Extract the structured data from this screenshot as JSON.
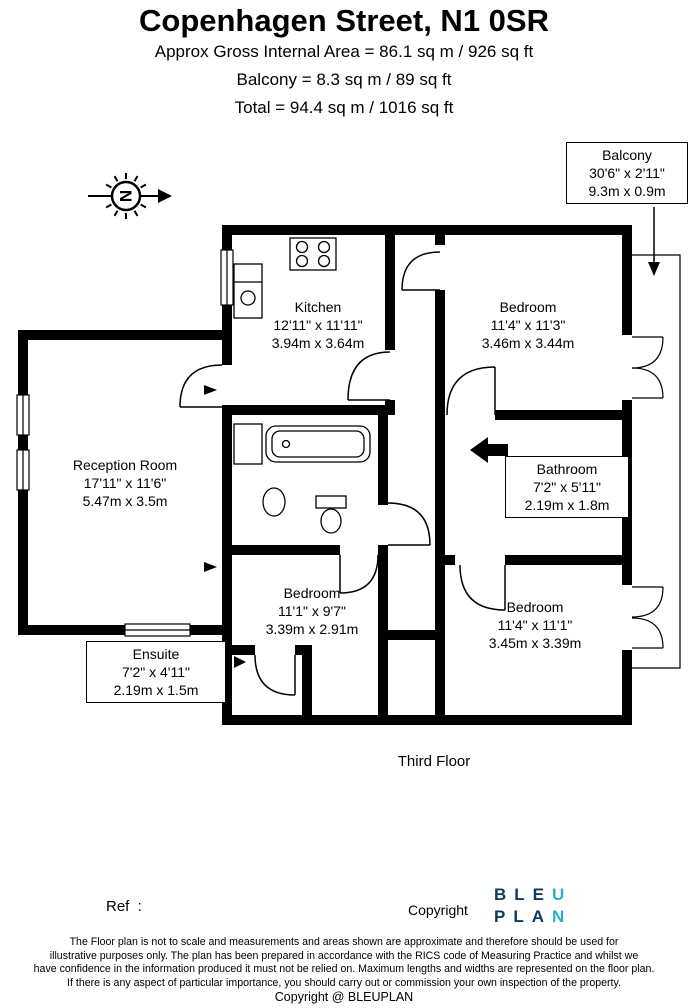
{
  "header": {
    "title": "Copenhagen Street, N1 0SR",
    "area_line": "Approx Gross Internal Area = 86.1 sq m / 926 sq ft",
    "balcony_line": "Balcony = 8.3 sq m / 89 sq ft",
    "total_line": "Total = 94.4 sq m / 1016 sq ft"
  },
  "compass": {
    "label": "N"
  },
  "rooms": {
    "kitchen": {
      "name": "Kitchen",
      "imperial": "12'11\" x 11'11\"",
      "metric": "3.94m x 3.64m"
    },
    "bedroom_top": {
      "name": "Bedroom",
      "imperial": "11'4\" x 11'3\"",
      "metric": "3.46m x 3.44m"
    },
    "reception": {
      "name": "Reception Room",
      "imperial": "17'11\" x 11'6\"",
      "metric": "5.47m x 3.5m"
    },
    "bedroom_bottom_left": {
      "name": "Bedroom",
      "imperial": "11'1\" x 9'7\"",
      "metric": "3.39m x 2.91m"
    },
    "bedroom_bottom_right": {
      "name": "Bedroom",
      "imperial": "11'4\" x 11'1\"",
      "metric": "3.45m x 3.39m"
    }
  },
  "callouts": {
    "balcony": {
      "name": "Balcony",
      "imperial": "30'6\" x 2'11\"",
      "metric": "9.3m x 0.9m"
    },
    "bathroom": {
      "name": "Bathroom",
      "imperial": "7'2\" x 5'11\"",
      "metric": "2.19m x 1.8m"
    },
    "ensuite": {
      "name": "Ensuite",
      "imperial": "7'2\" x 4'11\"",
      "metric": "2.19m x 1.5m"
    }
  },
  "floor_label": "Third Floor",
  "footer": {
    "ref_label": "Ref  :",
    "copyright_label": "Copyright",
    "logo_row1": [
      "B",
      "L",
      "E",
      "U"
    ],
    "logo_row2": [
      "P",
      "L",
      "A",
      "N"
    ],
    "disclaimer_lines": [
      "The Floor plan is not to scale and measurements and areas shown are approximate and therefore should be used for",
      "illustrative purposes only. The plan has been prepared in accordance with the RICS code of Measuring Practice and whilst we",
      "have confidence in the information produced it must not be relied on. Maximum lengths and widths are represented on the floor plan.",
      "If there is any aspect of particular importance, you should carry out or commission your own inspection of the property."
    ],
    "copyright_line": "Copyright @ BLEUPLAN"
  },
  "colors": {
    "wall": "#000000",
    "logo_blue": "#0d3a5f",
    "logo_teal": "#29b0c8"
  }
}
